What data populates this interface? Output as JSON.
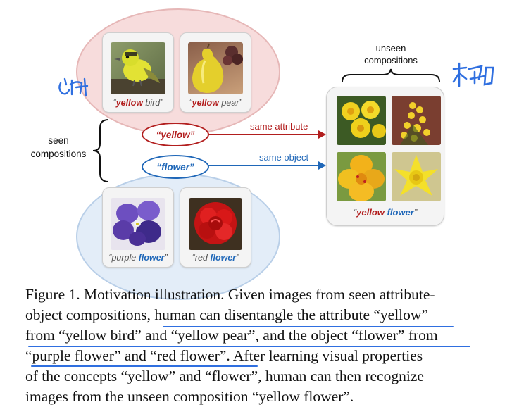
{
  "figure": {
    "seen_label": [
      "seen",
      "compositions"
    ],
    "unseen_label": [
      "unseen",
      "compositions"
    ],
    "top_group": {
      "images": [
        {
          "caption_attr": "yellow",
          "caption_obj": " bird",
          "icon": "yellow-bird-photo"
        },
        {
          "caption_attr": "yellow",
          "caption_obj": " pear",
          "icon": "yellow-pear-photo"
        }
      ]
    },
    "bottom_group": {
      "images": [
        {
          "caption_attr": "purple ",
          "caption_obj": "flower",
          "icon": "purple-flower-photo"
        },
        {
          "caption_attr": "red ",
          "caption_obj": "flower",
          "icon": "red-flower-photo"
        }
      ]
    },
    "attribute_pill": "“yellow”",
    "object_pill": "“flower”",
    "same_attribute_label": "same attribute",
    "same_object_label": "same object",
    "unseen_caption_attr": "yellow",
    "unseen_caption_obj": "flower",
    "colors": {
      "attribute": "#b21e1e",
      "object": "#1f67b8",
      "annotation": "#2f6fe0"
    }
  },
  "caption": {
    "lines": [
      "Figure 1. Motivation illustration. Given images from seen attribute-",
      "object compositions, human can disentangle the attribute “yellow”",
      "from “yellow bird” and “yellow pear”, and the object “flower” from",
      "“purple flower” and “red flower”. After learning visual properties",
      "of the concepts “yellow” and “flower”, human can then recognize",
      "images from the unseen composition “yellow flower”."
    ]
  }
}
